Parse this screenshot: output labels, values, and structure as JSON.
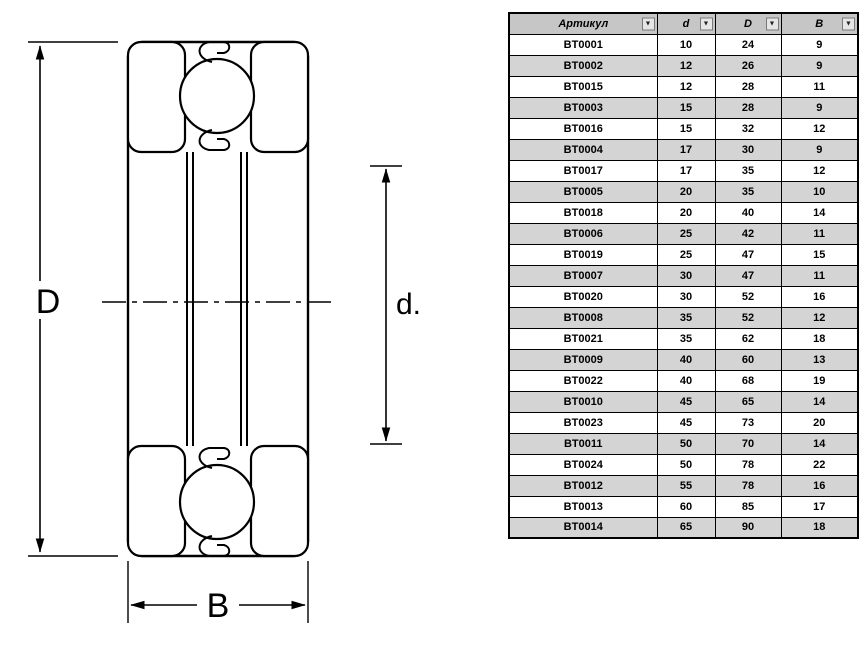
{
  "diagram": {
    "outer_diameter_label": "D",
    "inner_diameter_label": "d.",
    "width_label": "B"
  },
  "table": {
    "columns": [
      {
        "key": "article",
        "label": "Артикул"
      },
      {
        "key": "d",
        "label": "d"
      },
      {
        "key": "D",
        "label": "D"
      },
      {
        "key": "B",
        "label": "B"
      }
    ],
    "rows": [
      {
        "article": "BT0001",
        "d": "10",
        "D": "24",
        "B": "9"
      },
      {
        "article": "BT0002",
        "d": "12",
        "D": "26",
        "B": "9"
      },
      {
        "article": "BT0015",
        "d": "12",
        "D": "28",
        "B": "11"
      },
      {
        "article": "BT0003",
        "d": "15",
        "D": "28",
        "B": "9"
      },
      {
        "article": "BT0016",
        "d": "15",
        "D": "32",
        "B": "12"
      },
      {
        "article": "BT0004",
        "d": "17",
        "D": "30",
        "B": "9"
      },
      {
        "article": "BT0017",
        "d": "17",
        "D": "35",
        "B": "12"
      },
      {
        "article": "BT0005",
        "d": "20",
        "D": "35",
        "B": "10"
      },
      {
        "article": "BT0018",
        "d": "20",
        "D": "40",
        "B": "14"
      },
      {
        "article": "BT0006",
        "d": "25",
        "D": "42",
        "B": "11"
      },
      {
        "article": "BT0019",
        "d": "25",
        "D": "47",
        "B": "15"
      },
      {
        "article": "BT0007",
        "d": "30",
        "D": "47",
        "B": "11"
      },
      {
        "article": "BT0020",
        "d": "30",
        "D": "52",
        "B": "16"
      },
      {
        "article": "BT0008",
        "d": "35",
        "D": "52",
        "B": "12"
      },
      {
        "article": "BT0021",
        "d": "35",
        "D": "62",
        "B": "18"
      },
      {
        "article": "BT0009",
        "d": "40",
        "D": "60",
        "B": "13"
      },
      {
        "article": "BT0022",
        "d": "40",
        "D": "68",
        "B": "19"
      },
      {
        "article": "BT0010",
        "d": "45",
        "D": "65",
        "B": "14"
      },
      {
        "article": "BT0023",
        "d": "45",
        "D": "73",
        "B": "20"
      },
      {
        "article": "BT0011",
        "d": "50",
        "D": "70",
        "B": "14"
      },
      {
        "article": "BT0024",
        "d": "50",
        "D": "78",
        "B": "22"
      },
      {
        "article": "BT0012",
        "d": "55",
        "D": "78",
        "B": "16"
      },
      {
        "article": "BT0013",
        "d": "60",
        "D": "85",
        "B": "17"
      },
      {
        "article": "BT0014",
        "d": "65",
        "D": "90",
        "B": "18"
      }
    ]
  },
  "colors": {
    "header_bg": "#c6c6c6",
    "alt_row_bg": "#d4d4d4",
    "row_bg": "#ffffff",
    "border": "#000000",
    "text": "#000000"
  }
}
